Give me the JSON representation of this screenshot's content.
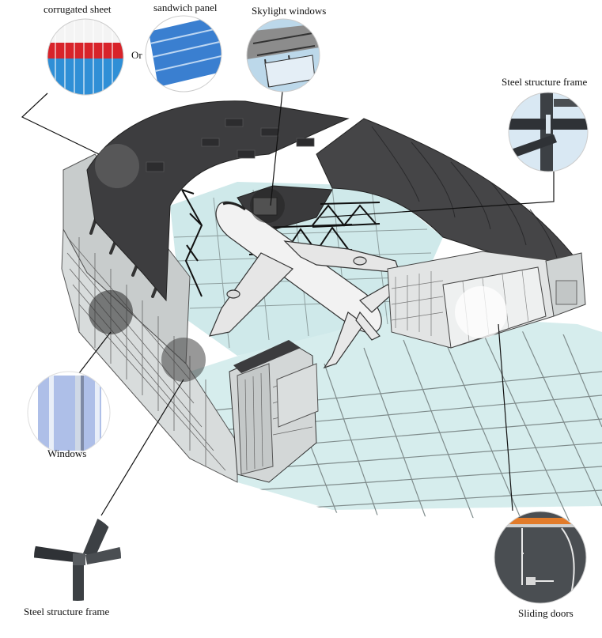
{
  "labels": {
    "corrugated_sheet": "corrugated sheet",
    "or": "Or",
    "sandwich_panel": "sandwich panel",
    "skylight_windows": "Skylight windows",
    "steel_frame_top": "Steel structure frame",
    "windows": "Windows",
    "steel_frame_bottom": "Steel structure frame",
    "sliding_doors": "Sliding doors"
  },
  "colors": {
    "roof": "#3b3b3d",
    "wall": "#d9dcdc",
    "floor": "#d4ecec",
    "grid": "#8a9696",
    "corrugated_red": "#d8232a",
    "corrugated_blue": "#2f8fd6",
    "sandwich_blue": "#3a7fd0",
    "steel": "#3c4044",
    "sky": "#bcd8ea",
    "door_orange": "#e27b2a"
  }
}
